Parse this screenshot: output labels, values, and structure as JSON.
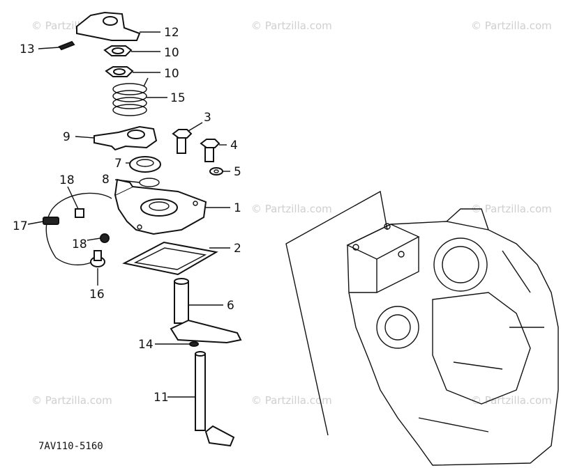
{
  "watermark": "© Partzilla.com",
  "diagram_code": "7AV110-5160",
  "callouts": [
    {
      "id": "12",
      "text": "12"
    },
    {
      "id": "13",
      "text": "13"
    },
    {
      "id": "10a",
      "text": "10"
    },
    {
      "id": "10b",
      "text": "10"
    },
    {
      "id": "15",
      "text": "15"
    },
    {
      "id": "3",
      "text": "3"
    },
    {
      "id": "9",
      "text": "9"
    },
    {
      "id": "4",
      "text": "4"
    },
    {
      "id": "7",
      "text": "7"
    },
    {
      "id": "8",
      "text": "8"
    },
    {
      "id": "5",
      "text": "5"
    },
    {
      "id": "18a",
      "text": "18"
    },
    {
      "id": "1",
      "text": "1"
    },
    {
      "id": "17",
      "text": "17"
    },
    {
      "id": "18b",
      "text": "18"
    },
    {
      "id": "2",
      "text": "2"
    },
    {
      "id": "16",
      "text": "16"
    },
    {
      "id": "6",
      "text": "6"
    },
    {
      "id": "14",
      "text": "14"
    },
    {
      "id": "11",
      "text": "11"
    }
  ]
}
